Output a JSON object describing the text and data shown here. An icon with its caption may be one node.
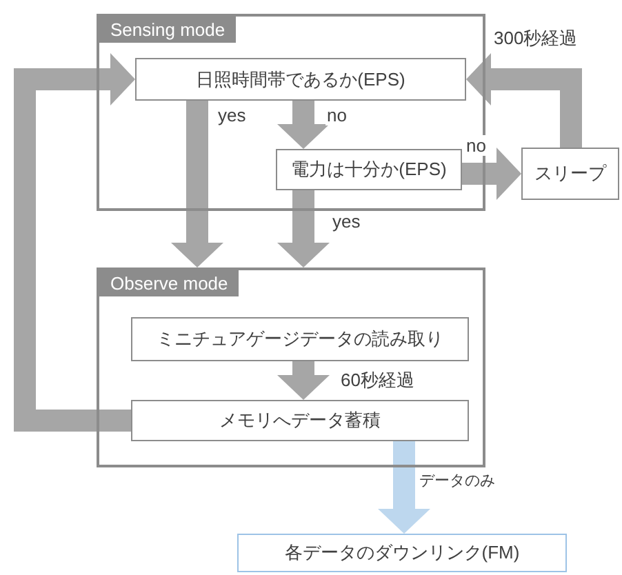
{
  "diagram": {
    "nodes": [
      {
        "text": [
          "Sensing mode"
        ]
      },
      {
        "text": [
          "日照時間帯であるか(EPS)"
        ],
        "in": 0
      },
      {
        "text": [
          "電力は十分か(EPS)"
        ],
        "in": 0
      },
      {
        "text": [
          "スリープ"
        ]
      },
      {
        "text": [
          "Observe mode"
        ]
      },
      {
        "text": [
          "ミニチュアゲージデータの読み取り"
        ],
        "in": 4
      },
      {
        "text": [
          "メモリへデータ蓄積"
        ],
        "in": 4
      },
      {
        "text": [
          "各データのダウンリンク(FM)"
        ]
      }
    ],
    "edges": [
      {
        "from": 1,
        "to": 4,
        "arrow": "to",
        "label": "yes"
      },
      {
        "from": 1,
        "to": 2,
        "arrow": "to",
        "label": "no"
      },
      {
        "from": 2,
        "to": 4,
        "arrow": "to",
        "label": "yes"
      },
      {
        "from": 2,
        "to": 3,
        "arrow": "to",
        "label": "no"
      },
      {
        "from": 3,
        "to": 1,
        "arrow": "to",
        "label": "300秒経過"
      },
      {
        "from": 5,
        "to": 6,
        "arrow": "to",
        "label": "60秒経過"
      },
      {
        "from": 6,
        "to": 1,
        "arrow": "to"
      },
      {
        "from": 6,
        "to": 7,
        "arrow": "to",
        "label": "データのみ",
        "color": "#bdd7ee"
      }
    ]
  }
}
